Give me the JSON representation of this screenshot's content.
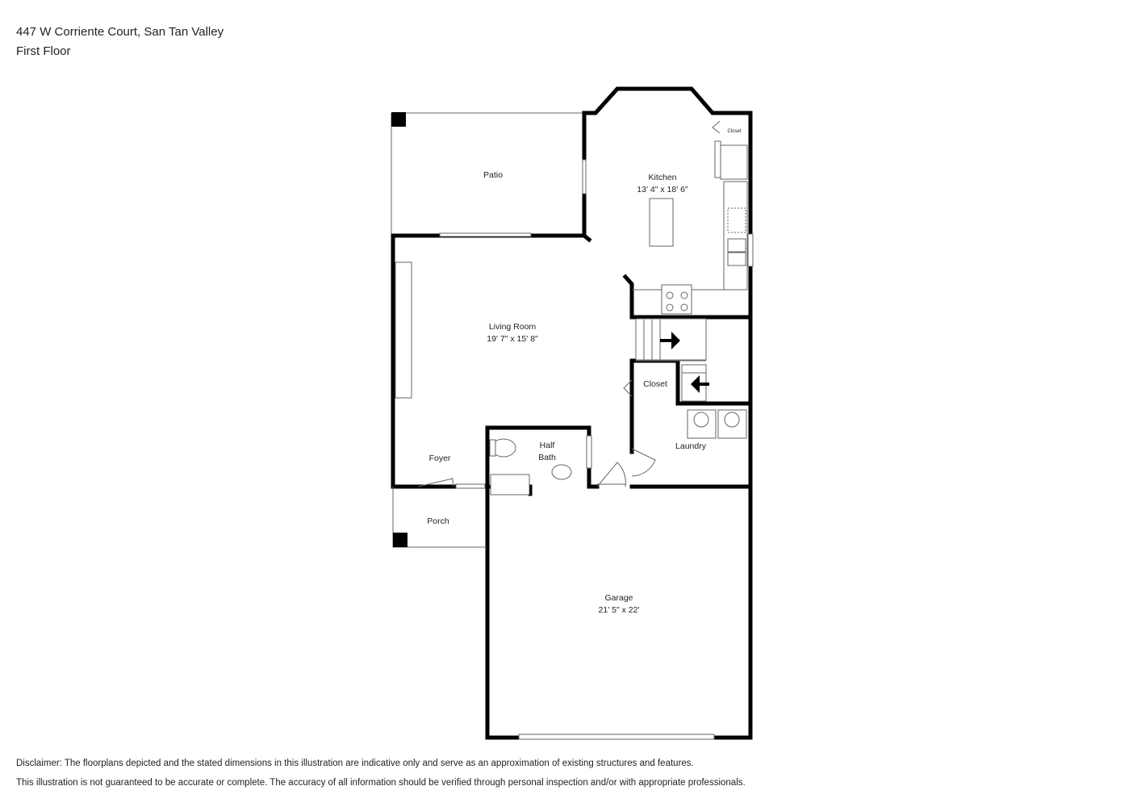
{
  "header": {
    "address": "447 W Corriente Court, San Tan Valley",
    "floor": "First Floor"
  },
  "rooms": {
    "patio": {
      "name": "Patio"
    },
    "kitchen": {
      "name": "Kitchen",
      "dims": "13' 4\" x 18' 6\""
    },
    "kitchen_closet": {
      "name": "Closet"
    },
    "living_room": {
      "name": "Living Room",
      "dims": "19' 7\" x 15' 8\""
    },
    "closet": {
      "name": "Closet"
    },
    "half_bath": {
      "name_line1": "Half",
      "name_line2": "Bath"
    },
    "foyer": {
      "name": "Foyer"
    },
    "laundry": {
      "name": "Laundry"
    },
    "porch": {
      "name": "Porch"
    },
    "garage": {
      "name": "Garage",
      "dims": "21' 5\" x 22'"
    }
  },
  "disclaimer": {
    "line1": "Disclaimer: The floorplans depicted and the stated dimensions in this illustration are indicative only and serve as an approximation of existing structures and features.",
    "line2": "This illustration is not guaranteed to be accurate or complete. The accuracy of all information should be verified through personal inspection and/or with appropriate professionals."
  },
  "colors": {
    "wall": "#000000",
    "line": "#666666",
    "text": "#222222"
  }
}
